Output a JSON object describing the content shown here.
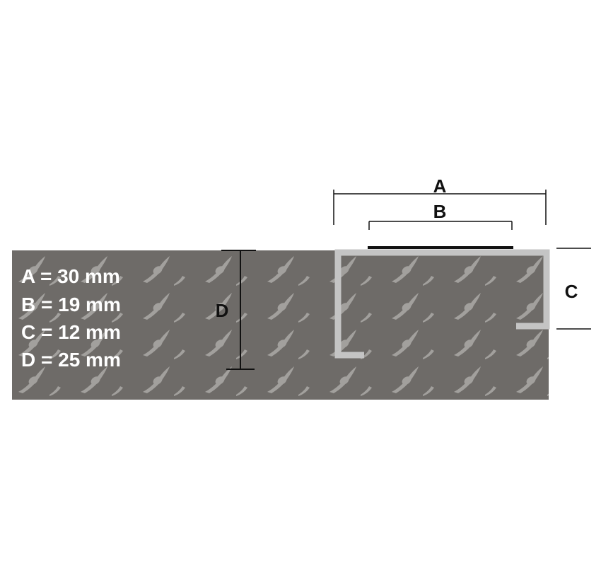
{
  "labels": {
    "a": "A",
    "b": "B",
    "c": "C",
    "d": "D"
  },
  "specs": [
    "A = 30 mm",
    "B = 19 mm",
    "C = 12 mm",
    "D = 25 mm"
  ],
  "colors": {
    "plate": "#6e6b68",
    "pattern": "#a8a6a3",
    "profile": "#c4c4c4",
    "dimension_line": "#111111",
    "spec_text": "#ffffff"
  }
}
